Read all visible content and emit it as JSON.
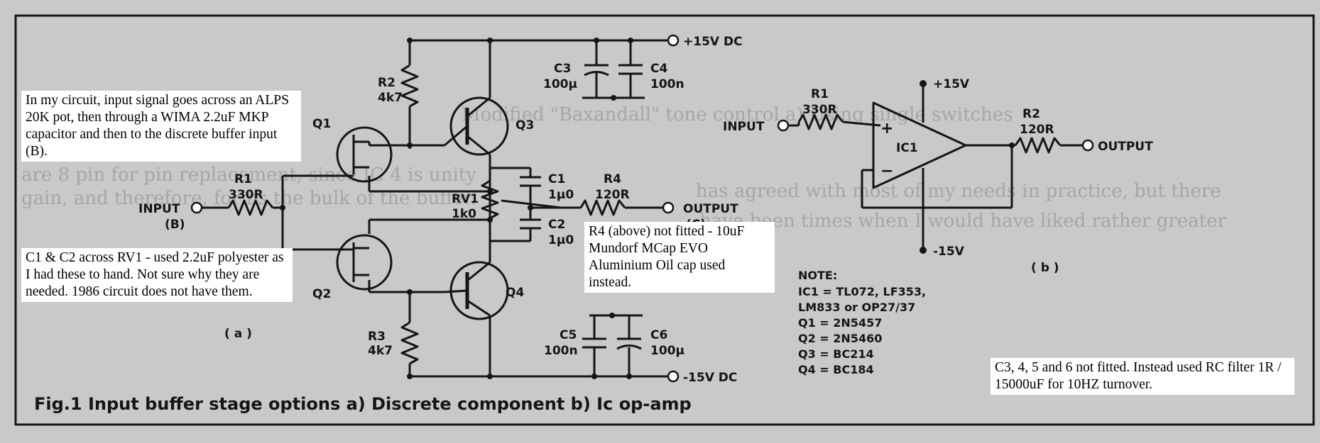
{
  "colors": {
    "paper": "#c9c9c9",
    "ink": "#151515",
    "note_bg": "#ffffff"
  },
  "circuit_a": {
    "input_label": "INPUT",
    "input_node": "(B)",
    "r1_name": "R1",
    "r1_value": "330R",
    "r2_name": "R2",
    "r2_value": "4k7",
    "r3_name": "R3",
    "r3_value": "4k7",
    "r4_name": "R4",
    "r4_value": "120R",
    "rv1_name": "RV1",
    "rv1_value": "1k0",
    "c1_name": "C1",
    "c1_value": "1µ0",
    "c2_name": "C2",
    "c2_value": "1µ0",
    "c3_name": "C3",
    "c3_value": "100µ",
    "c4_name": "C4",
    "c4_value": "100n",
    "c5_name": "C5",
    "c5_value": "100n",
    "c6_name": "C6",
    "c6_value": "100µ",
    "q1": "Q1",
    "q2": "Q2",
    "q3": "Q3",
    "q4": "Q4",
    "plus_supply": "+15V DC",
    "minus_supply": "-15V DC",
    "output_label": "OUTPUT",
    "output_node": "(C)",
    "panel_tag": "( a )"
  },
  "circuit_b": {
    "input_label": "INPUT",
    "r1_name": "R1",
    "r1_value": "330R",
    "r2_name": "R2",
    "r2_value": "120R",
    "ic_name": "IC1",
    "plus_rail": "+15V",
    "minus_rail": "-15V",
    "plus_pin": "+",
    "minus_pin": "−",
    "output_label": "OUTPUT",
    "panel_tag": "( b )"
  },
  "parts_note": {
    "heading": "NOTE:",
    "lines": [
      "IC1 = TL072, LF353,",
      "LM833 or OP27/37",
      "Q1 = 2N5457",
      "Q2 = 2N5460",
      "Q3 = BC214",
      "Q4 = BC184"
    ]
  },
  "caption": "Fig.1 Input buffer stage options a) Discrete component b) Ic op-amp",
  "annotations": {
    "input_note": "In my circuit, input signal goes across an ALPS 20K pot, then through a WIMA 2.2uF MKP capacitor and then to the discrete buffer input (B).",
    "cap_note": "C1 & C2 across RV1 - used 2.2uF polyester as I had these to hand. Not sure why they are needed. 1986 circuit does not have them.",
    "r4_note": "R4 (above) not fitted - 10uF Mundorf MCap EVO Aluminium Oil cap used instead.",
    "filter_note": "C3, 4, 5 and 6 not fitted. Instead used RC filter 1R / 15000uF for 10HZ turnover."
  },
  "background_text": {
    "line1": "has agreed with most of my needs in practice, but there",
    "line2": "have been times when I would have liked rather greater",
    "line3": "are 8 pin for pin replacement, since IC 4 is unity",
    "line4": "gain, and therefore, forms the bulk of the buffer.",
    "line5": "Modified \"Baxandall\" tone control a) Using single switches"
  }
}
